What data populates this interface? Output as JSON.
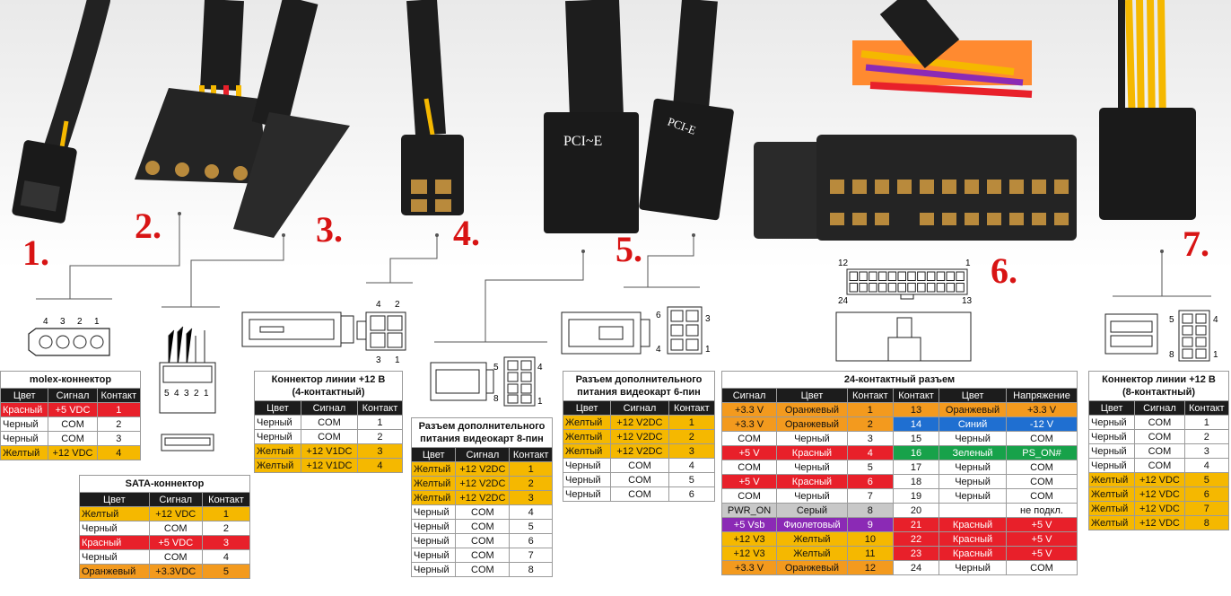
{
  "labels": [
    "1.",
    "2.",
    "3.",
    "4.",
    "5.",
    "6.",
    "7."
  ],
  "photo": {
    "pcie_text_1": "PCI~E",
    "pcie_text_2": "PCI-E"
  },
  "colors": {
    "red": "#e8202a",
    "yellow": "#f5b800",
    "orange": "#f39a1e",
    "blue": "#1f6fd1",
    "green": "#17a24a",
    "gray": "#c8c8c8",
    "purple": "#8b2ab5",
    "black": "#1c1c1c"
  },
  "diagrams": {
    "molex_pins": [
      "4",
      "3",
      "2",
      "1"
    ],
    "sata_pins": [
      "5",
      "4",
      "3",
      "2",
      "1"
    ],
    "c12v4_pins": {
      "top": [
        "4",
        "2"
      ],
      "bottom": [
        "3",
        "1"
      ]
    },
    "pcie8_pins": {
      "top_left": "5",
      "top_right": "4",
      "bottom_left": "8",
      "bottom_right": "1"
    },
    "pcie6_pins": {
      "top_left": "6",
      "top_right": "3",
      "bottom_left": "4",
      "bottom_right": "1"
    },
    "atx24_pins": {
      "top_left": "12",
      "top_right": "1",
      "bottom_left": "24",
      "bottom_right": "13"
    },
    "c12v8_pins": {
      "top_left": "5",
      "top_right": "4",
      "bottom_left": "8",
      "bottom_right": "1"
    }
  },
  "tables": {
    "molex": {
      "title": "molex-коннектор",
      "headers": [
        "Цвет",
        "Сигнал",
        "Контакт"
      ],
      "rows": [
        {
          "color": "Красный",
          "signal": "+5 VDC",
          "pin": "1",
          "tone": "red"
        },
        {
          "color": "Черный",
          "signal": "COM",
          "pin": "2",
          "tone": "wht"
        },
        {
          "color": "Черный",
          "signal": "COM",
          "pin": "3",
          "tone": "wht"
        },
        {
          "color": "Желтый",
          "signal": "+12 VDC",
          "pin": "4",
          "tone": "yel"
        }
      ]
    },
    "sata": {
      "title": "SATA-коннектор",
      "headers": [
        "Цвет",
        "Сигнал",
        "Контакт"
      ],
      "rows": [
        {
          "color": "Желтый",
          "signal": "+12 VDC",
          "pin": "1",
          "tone": "yel"
        },
        {
          "color": "Черный",
          "signal": "COM",
          "pin": "2",
          "tone": "wht"
        },
        {
          "color": "Красный",
          "signal": "+5 VDC",
          "pin": "3",
          "tone": "red"
        },
        {
          "color": "Черный",
          "signal": "COM",
          "pin": "4",
          "tone": "wht"
        },
        {
          "color": "Оранжевый",
          "signal": "+3.3VDC",
          "pin": "5",
          "tone": "org"
        }
      ]
    },
    "c12v4": {
      "title_line1": "Коннектор линии +12 В",
      "title_line2": "(4-контактный)",
      "headers": [
        "Цвет",
        "Сигнал",
        "Контакт"
      ],
      "rows": [
        {
          "color": "Черный",
          "signal": "COM",
          "pin": "1",
          "tone": "wht"
        },
        {
          "color": "Черный",
          "signal": "COM",
          "pin": "2",
          "tone": "wht"
        },
        {
          "color": "Желтый",
          "signal": "+12 V1DC",
          "pin": "3",
          "tone": "yel"
        },
        {
          "color": "Желтый",
          "signal": "+12 V1DC",
          "pin": "4",
          "tone": "yel"
        }
      ]
    },
    "pcie8": {
      "title_line1": "Разъем дополнительного",
      "title_line2": "питания видеокарт",
      "title_suffix": "8-пин",
      "headers": [
        "Цвет",
        "Сигнал",
        "Контакт"
      ],
      "rows": [
        {
          "color": "Желтый",
          "signal": "+12 V2DC",
          "pin": "1",
          "tone": "yel"
        },
        {
          "color": "Желтый",
          "signal": "+12 V2DC",
          "pin": "2",
          "tone": "yel"
        },
        {
          "color": "Желтый",
          "signal": "+12 V2DC",
          "pin": "3",
          "tone": "yel"
        },
        {
          "color": "Черный",
          "signal": "COM",
          "pin": "4",
          "tone": "wht"
        },
        {
          "color": "Черный",
          "signal": "COM",
          "pin": "5",
          "tone": "wht"
        },
        {
          "color": "Черный",
          "signal": "COM",
          "pin": "6",
          "tone": "wht"
        },
        {
          "color": "Черный",
          "signal": "COM",
          "pin": "7",
          "tone": "wht"
        },
        {
          "color": "Черный",
          "signal": "COM",
          "pin": "8",
          "tone": "wht"
        }
      ]
    },
    "pcie6": {
      "title_line1": "Разъем дополнительного",
      "title_line2": "питания видеокарт",
      "title_suffix": "6-пин",
      "headers": [
        "Цвет",
        "Сигнал",
        "Контакт"
      ],
      "rows": [
        {
          "color": "Желтый",
          "signal": "+12 V2DC",
          "pin": "1",
          "tone": "yel"
        },
        {
          "color": "Желтый",
          "signal": "+12 V2DC",
          "pin": "2",
          "tone": "yel"
        },
        {
          "color": "Желтый",
          "signal": "+12 V2DC",
          "pin": "3",
          "tone": "yel"
        },
        {
          "color": "Черный",
          "signal": "COM",
          "pin": "4",
          "tone": "wht"
        },
        {
          "color": "Черный",
          "signal": "COM",
          "pin": "5",
          "tone": "wht"
        },
        {
          "color": "Черный",
          "signal": "COM",
          "pin": "6",
          "tone": "wht"
        }
      ]
    },
    "atx24": {
      "title": "24-контактный разъем",
      "headers": [
        "Сигнал",
        "Цвет",
        "Контакт",
        "Контакт",
        "Цвет",
        "Напряжение"
      ],
      "rows": [
        {
          "l_signal": "+3.3 V",
          "l_color": "Оранжевый",
          "l_pin": "1",
          "l_tone": "org",
          "r_pin": "13",
          "r_color": "Оранжевый",
          "r_signal": "+3.3 V",
          "r_tone": "org"
        },
        {
          "l_signal": "+3.3 V",
          "l_color": "Оранжевый",
          "l_pin": "2",
          "l_tone": "org",
          "r_pin": "14",
          "r_color": "Синий",
          "r_signal": "-12 V",
          "r_tone": "blu"
        },
        {
          "l_signal": "COM",
          "l_color": "Черный",
          "l_pin": "3",
          "l_tone": "wht",
          "r_pin": "15",
          "r_color": "Черный",
          "r_signal": "COM",
          "r_tone": "wht"
        },
        {
          "l_signal": "+5 V",
          "l_color": "Красный",
          "l_pin": "4",
          "l_tone": "red",
          "r_pin": "16",
          "r_color": "Зеленый",
          "r_signal": "PS_ON#",
          "r_tone": "grn"
        },
        {
          "l_signal": "COM",
          "l_color": "Черный",
          "l_pin": "5",
          "l_tone": "wht",
          "r_pin": "17",
          "r_color": "Черный",
          "r_signal": "COM",
          "r_tone": "wht"
        },
        {
          "l_signal": "+5 V",
          "l_color": "Красный",
          "l_pin": "6",
          "l_tone": "red",
          "r_pin": "18",
          "r_color": "Черный",
          "r_signal": "COM",
          "r_tone": "wht"
        },
        {
          "l_signal": "COM",
          "l_color": "Черный",
          "l_pin": "7",
          "l_tone": "wht",
          "r_pin": "19",
          "r_color": "Черный",
          "r_signal": "COM",
          "r_tone": "wht"
        },
        {
          "l_signal": "PWR_ON",
          "l_color": "Серый",
          "l_pin": "8",
          "l_tone": "gry",
          "r_pin": "20",
          "r_color": "",
          "r_signal": "не подкл.",
          "r_tone": "wht"
        },
        {
          "l_signal": "+5 Vsb",
          "l_color": "Фиолетовый",
          "l_pin": "9",
          "l_tone": "pur",
          "r_pin": "21",
          "r_color": "Красный",
          "r_signal": "+5 V",
          "r_tone": "red"
        },
        {
          "l_signal": "+12 V3",
          "l_color": "Желтый",
          "l_pin": "10",
          "l_tone": "yel",
          "r_pin": "22",
          "r_color": "Красный",
          "r_signal": "+5 V",
          "r_tone": "red"
        },
        {
          "l_signal": "+12 V3",
          "l_color": "Желтый",
          "l_pin": "11",
          "l_tone": "yel",
          "r_pin": "23",
          "r_color": "Красный",
          "r_signal": "+5 V",
          "r_tone": "red"
        },
        {
          "l_signal": "+3.3 V",
          "l_color": "Оранжевый",
          "l_pin": "12",
          "l_tone": "org",
          "r_pin": "24",
          "r_color": "Черный",
          "r_signal": "COM",
          "r_tone": "wht"
        }
      ]
    },
    "c12v8": {
      "title_line1": "Коннектор линии +12 В",
      "title_line2": "(8-контактный)",
      "headers": [
        "Цвет",
        "Сигнал",
        "Контакт"
      ],
      "rows": [
        {
          "color": "Черный",
          "signal": "COM",
          "pin": "1",
          "tone": "wht"
        },
        {
          "color": "Черный",
          "signal": "COM",
          "pin": "2",
          "tone": "wht"
        },
        {
          "color": "Черный",
          "signal": "COM",
          "pin": "3",
          "tone": "wht"
        },
        {
          "color": "Черный",
          "signal": "COM",
          "pin": "4",
          "tone": "wht"
        },
        {
          "color": "Желтый",
          "signal": "+12 VDC",
          "pin": "5",
          "tone": "yel"
        },
        {
          "color": "Желтый",
          "signal": "+12 VDC",
          "pin": "6",
          "tone": "yel"
        },
        {
          "color": "Желтый",
          "signal": "+12 VDC",
          "pin": "7",
          "tone": "yel"
        },
        {
          "color": "Желтый",
          "signal": "+12 VDC",
          "pin": "8",
          "tone": "yel"
        }
      ]
    }
  }
}
